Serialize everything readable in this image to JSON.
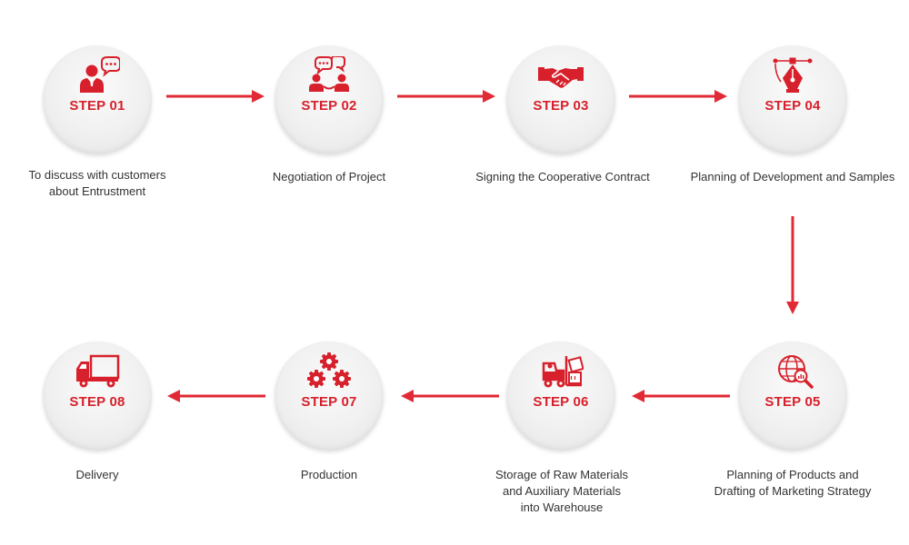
{
  "accent_color": "#d7202b",
  "steps": [
    {
      "label": "STEP 01",
      "caption_lines": [
        "To discuss with customers",
        "about Entrustment"
      ],
      "icon": "customer-chat-icon"
    },
    {
      "label": "STEP 02",
      "caption_lines": [
        "Negotiation of Project"
      ],
      "icon": "negotiation-icon"
    },
    {
      "label": "STEP 03",
      "caption_lines": [
        "Signing the Cooperative Contract"
      ],
      "icon": "handshake-icon"
    },
    {
      "label": "STEP 04",
      "caption_lines": [
        "Planning of Development and Samples"
      ],
      "icon": "pen-tool-icon"
    },
    {
      "label": "STEP 05",
      "caption_lines": [
        "Planning of Products and",
        "Drafting of Marketing Strategy"
      ],
      "icon": "globe-search-icon"
    },
    {
      "label": "STEP 06",
      "caption_lines": [
        "Storage of Raw Materials",
        "and Auxiliary Materials",
        "into Warehouse"
      ],
      "icon": "forklift-icon"
    },
    {
      "label": "STEP 07",
      "caption_lines": [
        "Production"
      ],
      "icon": "gears-icon"
    },
    {
      "label": "STEP 08",
      "caption_lines": [
        "Delivery"
      ],
      "icon": "truck-icon"
    }
  ]
}
